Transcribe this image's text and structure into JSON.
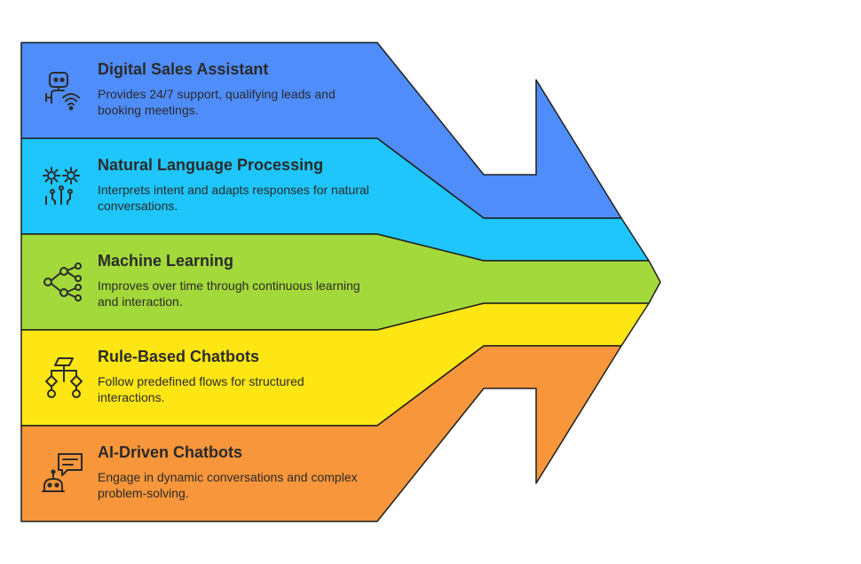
{
  "bands": [
    {
      "title": "Digital Sales Assistant",
      "description": "Provides 24/7 support, qualifying leads and booking meetings.",
      "icon": "robot-wifi-icon",
      "color": "#4f8dfb"
    },
    {
      "title": "Natural Language Processing",
      "description": "Interprets intent and adapts responses for natural conversations.",
      "icon": "gears-circuit-icon",
      "color": "#1ec6fb"
    },
    {
      "title": "Machine Learning",
      "description": "Improves over time through continuous learning and interaction.",
      "icon": "network-nodes-icon",
      "color": "#a3d93a"
    },
    {
      "title": "Rule-Based Chatbots",
      "description": "Follow predefined flows for structured interactions.",
      "icon": "flowchart-icon",
      "color": "#fde614"
    },
    {
      "title": "AI-Driven Chatbots",
      "description": "Engage in dynamic conversations and complex problem-solving.",
      "icon": "chatbot-message-icon",
      "color": "#f7963a"
    }
  ]
}
